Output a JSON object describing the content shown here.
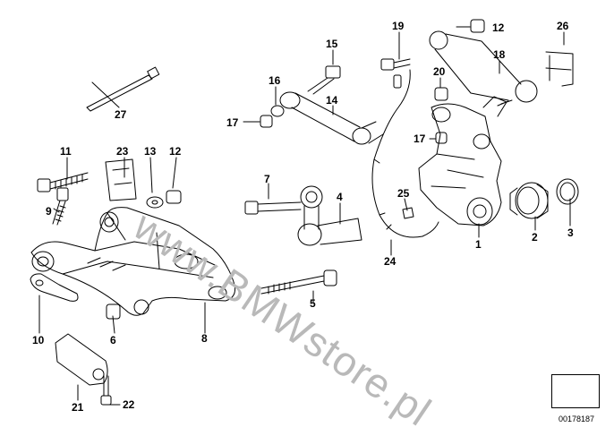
{
  "diagram": {
    "watermark": "www.BMWstore.pl",
    "document_number": "00178187",
    "callouts": [
      "27",
      "11",
      "23",
      "13",
      "12",
      "9",
      "10",
      "6",
      "8",
      "21",
      "22",
      "7",
      "4",
      "5",
      "15",
      "16",
      "14",
      "17",
      "19",
      "12",
      "18",
      "26",
      "20",
      "17",
      "25",
      "24",
      "1",
      "2",
      "3"
    ]
  }
}
